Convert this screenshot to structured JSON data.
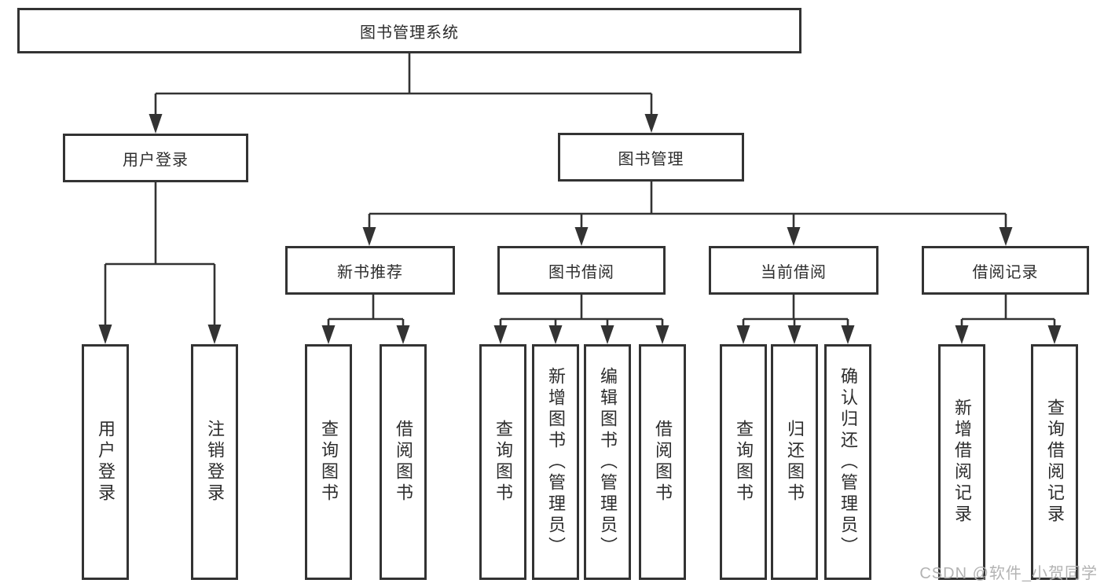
{
  "tree": {
    "root": {
      "label": "图书管理系统",
      "children": [
        {
          "label": "用户登录",
          "children": [
            {
              "label": "用户登录"
            },
            {
              "label": "注销登录"
            }
          ]
        },
        {
          "label": "图书管理",
          "children": [
            {
              "label": "新书推荐",
              "children": [
                {
                  "label": "查询图书"
                },
                {
                  "label": "借阅图书"
                }
              ]
            },
            {
              "label": "图书借阅",
              "children": [
                {
                  "label": "查询图书"
                },
                {
                  "label": "新增图书（管理员）"
                },
                {
                  "label": "编辑图书（管理员）"
                },
                {
                  "label": "借阅图书"
                }
              ]
            },
            {
              "label": "当前借阅",
              "children": [
                {
                  "label": "查询图书"
                },
                {
                  "label": "归还图书"
                },
                {
                  "label": "确认归还（管理员）"
                }
              ]
            },
            {
              "label": "借阅记录",
              "children": [
                {
                  "label": "新增借阅记录"
                },
                {
                  "label": "查询借阅记录"
                }
              ]
            }
          ]
        }
      ]
    }
  },
  "watermark": "CSDN @软件_小贺同学",
  "colors": {
    "line": "#333333",
    "text": "#2d2d2d",
    "watermark": "#b3b3b3",
    "background": "#ffffff"
  }
}
